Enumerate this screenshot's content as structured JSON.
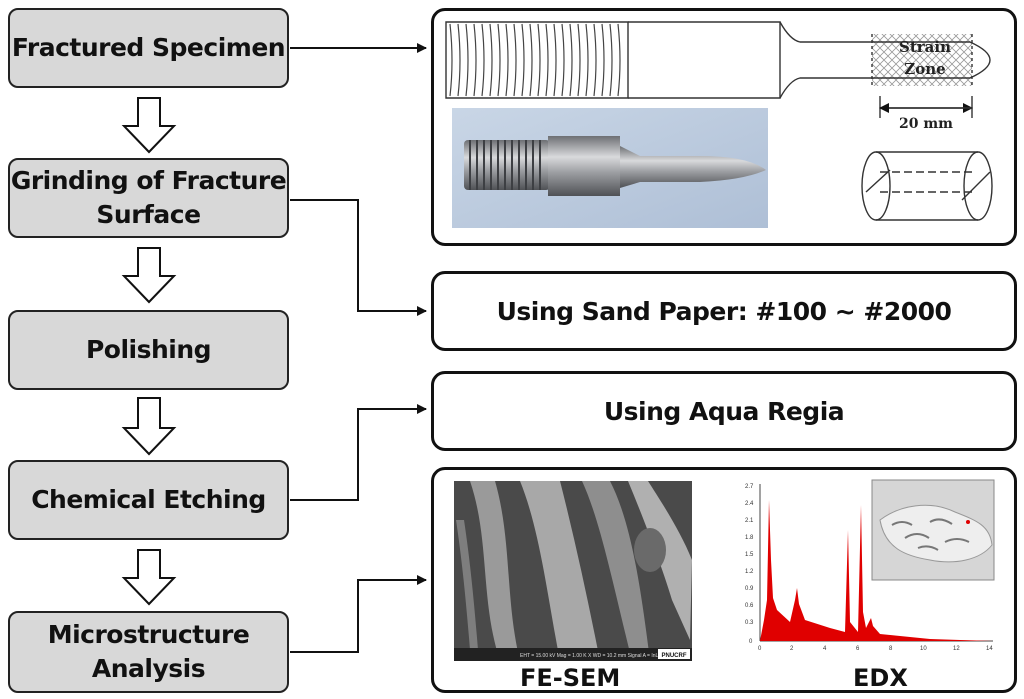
{
  "steps": [
    {
      "id": "fractured-specimen",
      "label": "Fractured Specimen"
    },
    {
      "id": "grinding",
      "label_line1": "Grinding of Fracture",
      "label_line2": "Surface"
    },
    {
      "id": "polishing",
      "label": "Polishing"
    },
    {
      "id": "chemical-etching",
      "label": "Chemical Etching"
    },
    {
      "id": "microstructure",
      "label_line1": "Microstructure",
      "label_line2": "Analysis"
    }
  ],
  "specimen_panel": {
    "strain_zone_line1": "Strain",
    "strain_zone_line2": "Zone",
    "dimension": "20 mm"
  },
  "sand_paper_panel": {
    "text": "Using Sand Paper: #100 ~ #2000"
  },
  "aqua_regia_panel": {
    "text": "Using Aqua Regia"
  },
  "analysis_panel": {
    "sem_caption": "FE-SEM",
    "edx_caption": "EDX",
    "sem_footer": "EHT = 15.00 kV  Mag = 1.00 K X  WD = 10.2 mm  Signal A = InLens",
    "sem_logo": "PNUCRF",
    "edx_y_ticks": [
      "2.7",
      "2.4",
      "2.1",
      "1.8",
      "1.5",
      "1.2",
      "0.9",
      "0.6",
      "0.3",
      "0"
    ],
    "edx_x_ticks": [
      "0",
      "2",
      "4",
      "6",
      "8",
      "10",
      "12",
      "14"
    ]
  },
  "colors": {
    "step_fill": "#d8d8d8",
    "edx_red": "#e00000"
  }
}
